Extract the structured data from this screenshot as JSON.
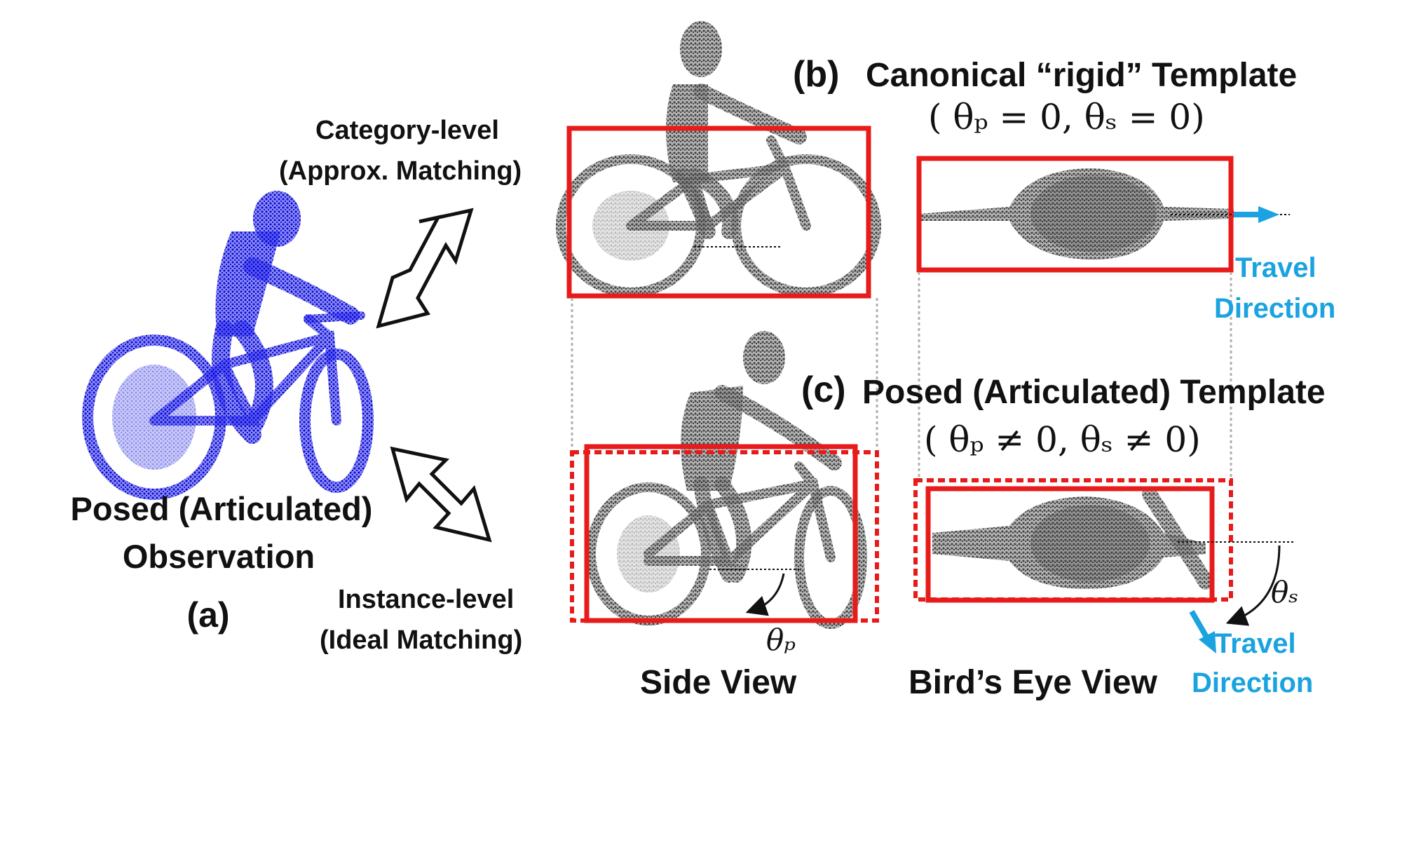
{
  "labels": {
    "panel_a": "(a)",
    "observation_line1": "Posed (Articulated)",
    "observation_line2": "Observation",
    "category_line1": "Category-level",
    "category_line2": "(Approx. Matching)",
    "instance_line1": "Instance-level",
    "instance_line2": "(Ideal Matching)",
    "panel_b": "(b)",
    "canonical_title": "Canonical “rigid” Template",
    "canonical_eq": "( θₚ = 0, θₛ = 0)",
    "panel_c": "(c)",
    "posed_title": "Posed (Articulated) Template",
    "posed_eq": "( θₚ ≠ 0, θₛ ≠ 0)",
    "travel_top_1": "Travel",
    "travel_top_2": "Direction",
    "travel_bottom_1": "Travel",
    "travel_bottom_2": "Direction",
    "theta_p": "θₚ",
    "theta_s": "θₛ",
    "side_view": "Side View",
    "birds_eye_view": "Bird’s Eye View"
  },
  "colors": {
    "observation": "#1f1fe0",
    "template": "#5a5a5a",
    "box": "#e81b1b",
    "travel": "#1aa3e0",
    "guide": "#b0b0b0"
  }
}
